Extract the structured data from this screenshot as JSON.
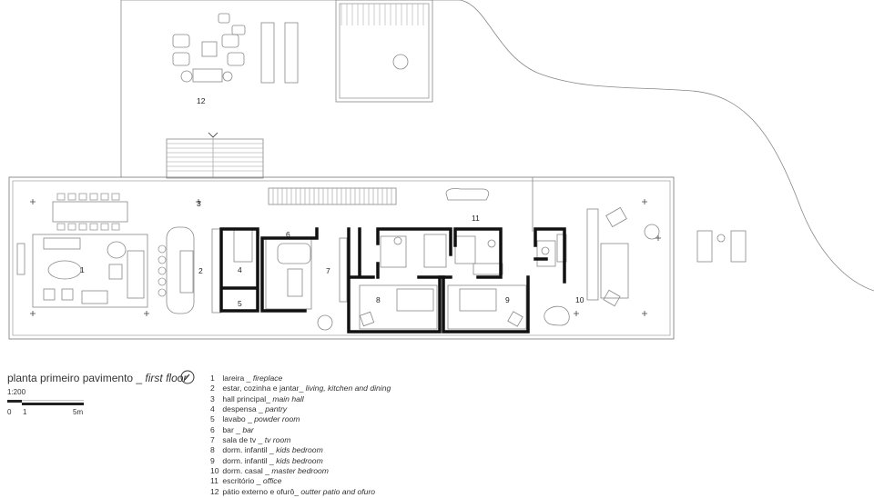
{
  "title": {
    "pt": "planta primeiro pavimento _ ",
    "en": "first floor"
  },
  "scale": "1:200",
  "scale_bar": {
    "zero": "0",
    "one": "1",
    "five": "5m"
  },
  "north_icon": "north-arrow-icon",
  "room_numbers": [
    "1",
    "2",
    "3",
    "4",
    "5",
    "6",
    "7",
    "8",
    "9",
    "10",
    "11",
    "12"
  ],
  "legend": [
    {
      "num": "1",
      "pt": "lareira _ ",
      "en": "fireplace"
    },
    {
      "num": "2",
      "pt": "estar, cozinha e jantar_ ",
      "en": "living, kitchen and dining"
    },
    {
      "num": "3",
      "pt": "hall principal_ ",
      "en": "main hall"
    },
    {
      "num": "4",
      "pt": "despensa _ ",
      "en": "pantry"
    },
    {
      "num": "5",
      "pt": "lavabo _ ",
      "en": "powder room"
    },
    {
      "num": "6",
      "pt": "bar _ ",
      "en": "bar"
    },
    {
      "num": "7",
      "pt": "sala de tv _ ",
      "en": "tv room"
    },
    {
      "num": "8",
      "pt": "dorm. infantil _ ",
      "en": "kids bedroom"
    },
    {
      "num": "9",
      "pt": "dorm. infantil _ ",
      "en": "kids bedroom"
    },
    {
      "num": "10",
      "pt": "dorm. casal _ ",
      "en": "master bedroom"
    },
    {
      "num": "11",
      "pt": "escritório _ ",
      "en": "office"
    },
    {
      "num": "12",
      "pt": "pátio externo e ofurô_ ",
      "en": "outter patio and ofuro"
    }
  ]
}
